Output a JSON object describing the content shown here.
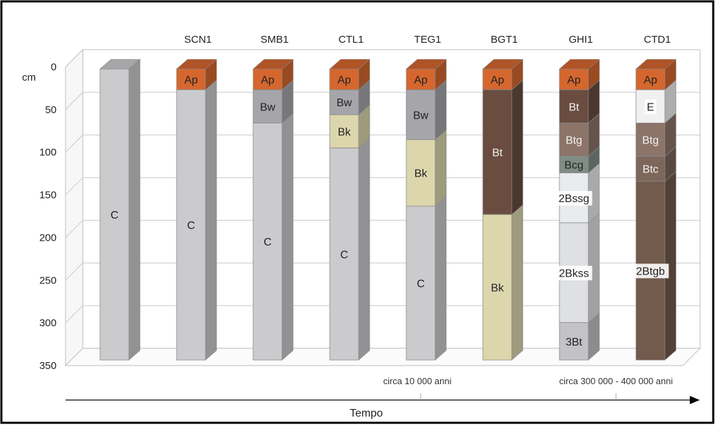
{
  "unit_label": "cm",
  "y_ticks": [
    "0",
    "50",
    "100",
    "150",
    "200",
    "250",
    "300",
    "350"
  ],
  "timeline": {
    "axis_label": "Tempo",
    "marker_1": "circa 10 000 anni",
    "marker_2": "circa 300 000 - 400 000 anni"
  },
  "colors": {
    "C": "#cbcbce",
    "Ap": "#d5672e",
    "Bw": "#a5a5aa",
    "Bk": "#dcd6ac",
    "Bt": "#6a4c40",
    "Btg": "#8c7469",
    "Bcg": "#7f8d86",
    "2Bssg": "#e9ebee",
    "2Bkss": "#dfe0e3",
    "3Bt": "#c3c3c7",
    "E": "#f0f0f0",
    "Btc": "#7d665b",
    "2Btgb": "#725a4d"
  },
  "chart_data": {
    "type": "soil-profile-columns",
    "y_unit": "cm",
    "ylim": [
      0,
      350
    ],
    "x_axis_label": "Tempo",
    "profiles": [
      {
        "name": "",
        "horizons": [
          {
            "label": "C",
            "top": 0,
            "bottom": 350
          }
        ]
      },
      {
        "name": "SCN1",
        "horizons": [
          {
            "label": "Ap",
            "top": 0,
            "bottom": 25
          },
          {
            "label": "C",
            "top": 25,
            "bottom": 350
          }
        ]
      },
      {
        "name": "SMB1",
        "horizons": [
          {
            "label": "Ap",
            "top": 0,
            "bottom": 25
          },
          {
            "label": "Bw",
            "top": 25,
            "bottom": 65
          },
          {
            "label": "C",
            "top": 65,
            "bottom": 350
          }
        ]
      },
      {
        "name": "CTL1",
        "horizons": [
          {
            "label": "Ap",
            "top": 0,
            "bottom": 25
          },
          {
            "label": "Bw",
            "top": 25,
            "bottom": 55
          },
          {
            "label": "Bk",
            "top": 55,
            "bottom": 95
          },
          {
            "label": "C",
            "top": 95,
            "bottom": 350
          }
        ]
      },
      {
        "name": "TEG1",
        "horizons": [
          {
            "label": "Ap",
            "top": 0,
            "bottom": 25
          },
          {
            "label": "Bw",
            "top": 25,
            "bottom": 85
          },
          {
            "label": "Bk",
            "top": 85,
            "bottom": 165
          },
          {
            "label": "C",
            "top": 165,
            "bottom": 350
          }
        ]
      },
      {
        "name": "BGT1",
        "horizons": [
          {
            "label": "Ap",
            "top": 0,
            "bottom": 25
          },
          {
            "label": "Bt",
            "top": 25,
            "bottom": 175
          },
          {
            "label": "Bk",
            "top": 175,
            "bottom": 350
          }
        ]
      },
      {
        "name": "GHI1",
        "horizons": [
          {
            "label": "Ap",
            "top": 0,
            "bottom": 25
          },
          {
            "label": "Bt",
            "top": 25,
            "bottom": 65
          },
          {
            "label": "Btg",
            "top": 65,
            "bottom": 105
          },
          {
            "label": "Bcg",
            "top": 105,
            "bottom": 125
          },
          {
            "label": "2Bssg",
            "top": 125,
            "bottom": 185
          },
          {
            "label": "2Bkss",
            "top": 185,
            "bottom": 305
          },
          {
            "label": "3Bt",
            "top": 305,
            "bottom": 350
          }
        ]
      },
      {
        "name": "CTD1",
        "horizons": [
          {
            "label": "Ap",
            "top": 0,
            "bottom": 25
          },
          {
            "label": "E",
            "top": 25,
            "bottom": 65
          },
          {
            "label": "Btg",
            "top": 65,
            "bottom": 105
          },
          {
            "label": "Btc",
            "top": 105,
            "bottom": 135
          },
          {
            "label": "2Btgb",
            "top": 135,
            "bottom": 350
          }
        ]
      }
    ]
  }
}
